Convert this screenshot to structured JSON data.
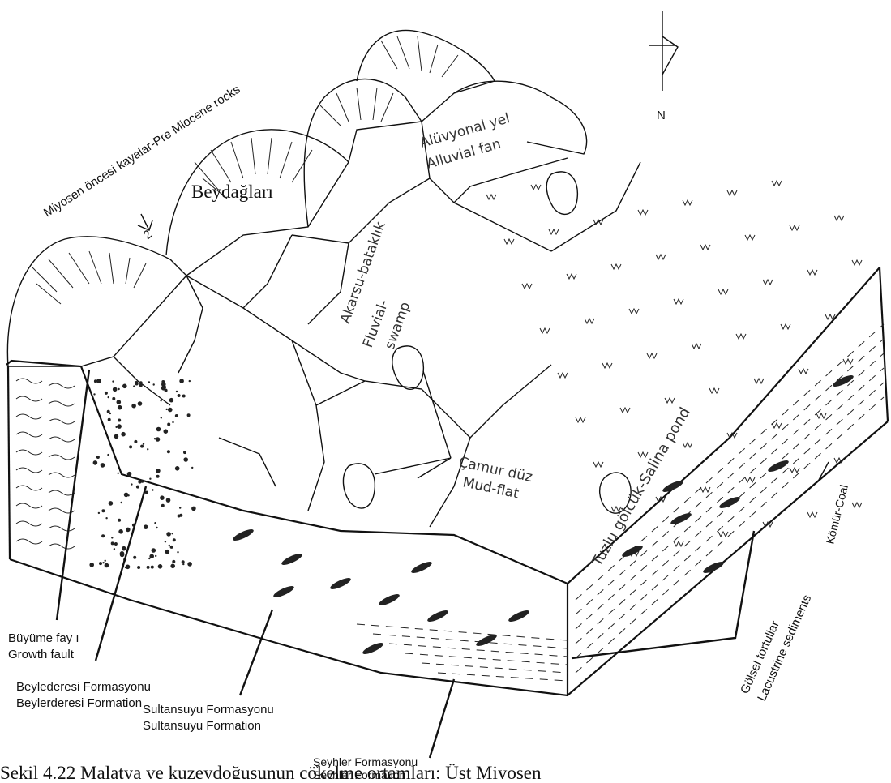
{
  "labels": {
    "pre_miocene": "Miyosen öncesi kayalar-Pre Miocene rocks",
    "beydaglari": "Beydağları",
    "north": "N",
    "alluvial_fan_tr": "Alüvyonal yel",
    "alluvial_fan_en": "Alluvial fan",
    "fluvial_tr": "Akarsu-bataklık",
    "fluvial_en": "Fluvial-",
    "swamp": "swamp",
    "mudflat_tr": "Çamur düz",
    "mudflat_en": "Mud-flat",
    "salina": "Tuzlu gölcük-Salina pond",
    "coal": "Kömür-Coal",
    "growth_fault_tr": "Büyüme fay ı",
    "growth_fault_en": "Growth fault",
    "beylederesi_tr": "Beylederesi Formasyonu",
    "beylederesi_en": "Beylerderesi Formation",
    "sultansuyu_tr": "Sultansuyu Formasyonu",
    "sultansuyu_en": "Sultansuyu Formation",
    "seyhler_tr": "Şeyhler  Formasyonu",
    "seyhler_en": "Sevhler  Formation",
    "lacustrine_tr": "Gölsel tortullar",
    "lacustrine_en": "Lacustrine sediments",
    "fault_arrow": "2",
    "caption": "Şekil 4.22 Malatya ve kuzeydoğusunun çökelme ortamları: Üst Miyosen"
  }
}
